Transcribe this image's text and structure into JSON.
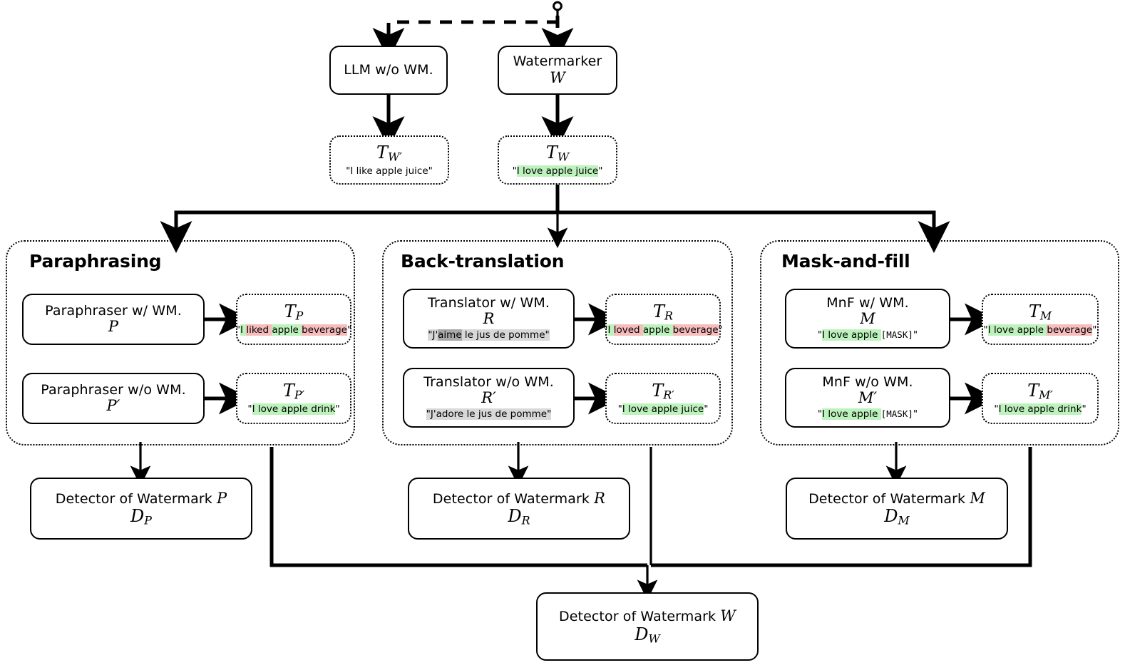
{
  "source": {
    "icon": "person-source-icon"
  },
  "top": {
    "llm_box": {
      "label": "LLM w/o WM."
    },
    "watermarker_box": {
      "label": "Watermarker",
      "symbol": "W"
    },
    "tw_prime_out": {
      "symbol_base": "T",
      "symbol_sub": "W′",
      "text_full": "\"I like apple juice\"",
      "parts": [
        {
          "t": "\"I like apple juice\"",
          "hl": "none"
        }
      ]
    },
    "tw_out": {
      "symbol_base": "T",
      "symbol_sub": "W",
      "text_full": "\"I love apple juice\"",
      "parts": [
        {
          "t": "\"",
          "hl": "none"
        },
        {
          "t": "I love apple juice",
          "hl": "green"
        },
        {
          "t": "\"",
          "hl": "none"
        }
      ]
    }
  },
  "regions": [
    {
      "id": "paraphrasing",
      "title": "Paraphrasing",
      "rows": [
        {
          "model": {
            "label": "Paraphraser w/ WM.",
            "symbol": "P",
            "snippet_parts": []
          },
          "output": {
            "symbol_base": "T",
            "symbol_sub": "P",
            "text_full": "\"I liked apple beverage\"",
            "parts": [
              {
                "t": "\"",
                "hl": "none"
              },
              {
                "t": "I ",
                "hl": "green"
              },
              {
                "t": "liked ",
                "hl": "red"
              },
              {
                "t": "apple ",
                "hl": "green"
              },
              {
                "t": "beverage",
                "hl": "red"
              },
              {
                "t": "\"",
                "hl": "none"
              }
            ]
          }
        },
        {
          "model": {
            "label": "Paraphraser w/o WM.",
            "symbol": "P′",
            "snippet_parts": []
          },
          "output": {
            "symbol_base": "T",
            "symbol_sub": "P′",
            "text_full": "\"I love apple drink\"",
            "parts": [
              {
                "t": "\"",
                "hl": "none"
              },
              {
                "t": "I love apple drink",
                "hl": "green"
              },
              {
                "t": "\"",
                "hl": "none"
              }
            ]
          }
        }
      ],
      "detector": {
        "label": "Detector of Watermark",
        "label_symbol": "P",
        "symbol_base": "D",
        "symbol_sub": "P"
      }
    },
    {
      "id": "back-translation",
      "title": "Back-translation",
      "rows": [
        {
          "model": {
            "label": "Translator w/ WM.",
            "symbol": "R",
            "snippet_text": "\"J'aime le jus de pomme\"",
            "snippet_parts": [
              {
                "t": "\"J'",
                "hl": "gray-light"
              },
              {
                "t": "aime",
                "hl": "gray-dark"
              },
              {
                "t": " le jus de pomme\"",
                "hl": "gray-light"
              }
            ]
          },
          "output": {
            "symbol_base": "T",
            "symbol_sub": "R",
            "text_full": "\"I loved apple beverage\"",
            "parts": [
              {
                "t": "\"",
                "hl": "none"
              },
              {
                "t": "I ",
                "hl": "green"
              },
              {
                "t": "loved ",
                "hl": "red"
              },
              {
                "t": "apple ",
                "hl": "green"
              },
              {
                "t": "beverage",
                "hl": "red"
              },
              {
                "t": "\"",
                "hl": "none"
              }
            ]
          }
        },
        {
          "model": {
            "label": "Translator w/o WM.",
            "symbol": "R′",
            "snippet_text": "\"J'adore le jus de pomme\"",
            "snippet_parts": [
              {
                "t": "\"J'adore le jus de pomme\"",
                "hl": "gray-light"
              }
            ]
          },
          "output": {
            "symbol_base": "T",
            "symbol_sub": "R′",
            "text_full": "\"I love apple juice\"",
            "parts": [
              {
                "t": "\"",
                "hl": "none"
              },
              {
                "t": "I love apple juice",
                "hl": "green"
              },
              {
                "t": "\"",
                "hl": "none"
              }
            ]
          }
        }
      ],
      "detector": {
        "label": "Detector of Watermark",
        "label_symbol": "R",
        "symbol_base": "D",
        "symbol_sub": "R"
      }
    },
    {
      "id": "mask-and-fill",
      "title": "Mask-and-fill",
      "rows": [
        {
          "model": {
            "label": "MnF w/ WM.",
            "symbol": "M",
            "snippet_text": "\"I love apple [MASK]\"",
            "snippet_parts": [
              {
                "t": "\"",
                "hl": "none"
              },
              {
                "t": "I love apple ",
                "hl": "green"
              },
              {
                "t": "[MASK]",
                "hl": "none",
                "mono": true
              },
              {
                "t": "\"",
                "hl": "none"
              }
            ]
          },
          "output": {
            "symbol_base": "T",
            "symbol_sub": "M",
            "text_full": "\"I love apple beverage\"",
            "parts": [
              {
                "t": "\"",
                "hl": "none"
              },
              {
                "t": "I love apple ",
                "hl": "green"
              },
              {
                "t": "beverage",
                "hl": "red"
              },
              {
                "t": "\"",
                "hl": "none"
              }
            ]
          }
        },
        {
          "model": {
            "label": "MnF w/o WM.",
            "symbol": "M′",
            "snippet_text": "\"I love apple [MASK]\"",
            "snippet_parts": [
              {
                "t": "\"",
                "hl": "none"
              },
              {
                "t": "I love apple ",
                "hl": "green"
              },
              {
                "t": "[MASK]",
                "hl": "none",
                "mono": true
              },
              {
                "t": "\"",
                "hl": "none"
              }
            ]
          },
          "output": {
            "symbol_base": "T",
            "symbol_sub": "M′",
            "text_full": "\"I love apple drink\"",
            "parts": [
              {
                "t": "\"",
                "hl": "none"
              },
              {
                "t": "I love apple drink",
                "hl": "green"
              },
              {
                "t": "\"",
                "hl": "none"
              }
            ]
          }
        }
      ],
      "detector": {
        "label": "Detector of Watermark",
        "label_symbol": "M",
        "symbol_base": "D",
        "symbol_sub": "M"
      }
    }
  ],
  "bottom_detector": {
    "label": "Detector of Watermark",
    "label_symbol": "W",
    "symbol_base": "D",
    "symbol_sub": "W"
  },
  "colors": {
    "highlight_green": "#bdf2bd",
    "highlight_red": "#f7bcbc",
    "highlight_gray_light": "#d8d8d8",
    "highlight_gray_dark": "#a9a9a9",
    "stroke": "#000000",
    "background": "#ffffff"
  }
}
